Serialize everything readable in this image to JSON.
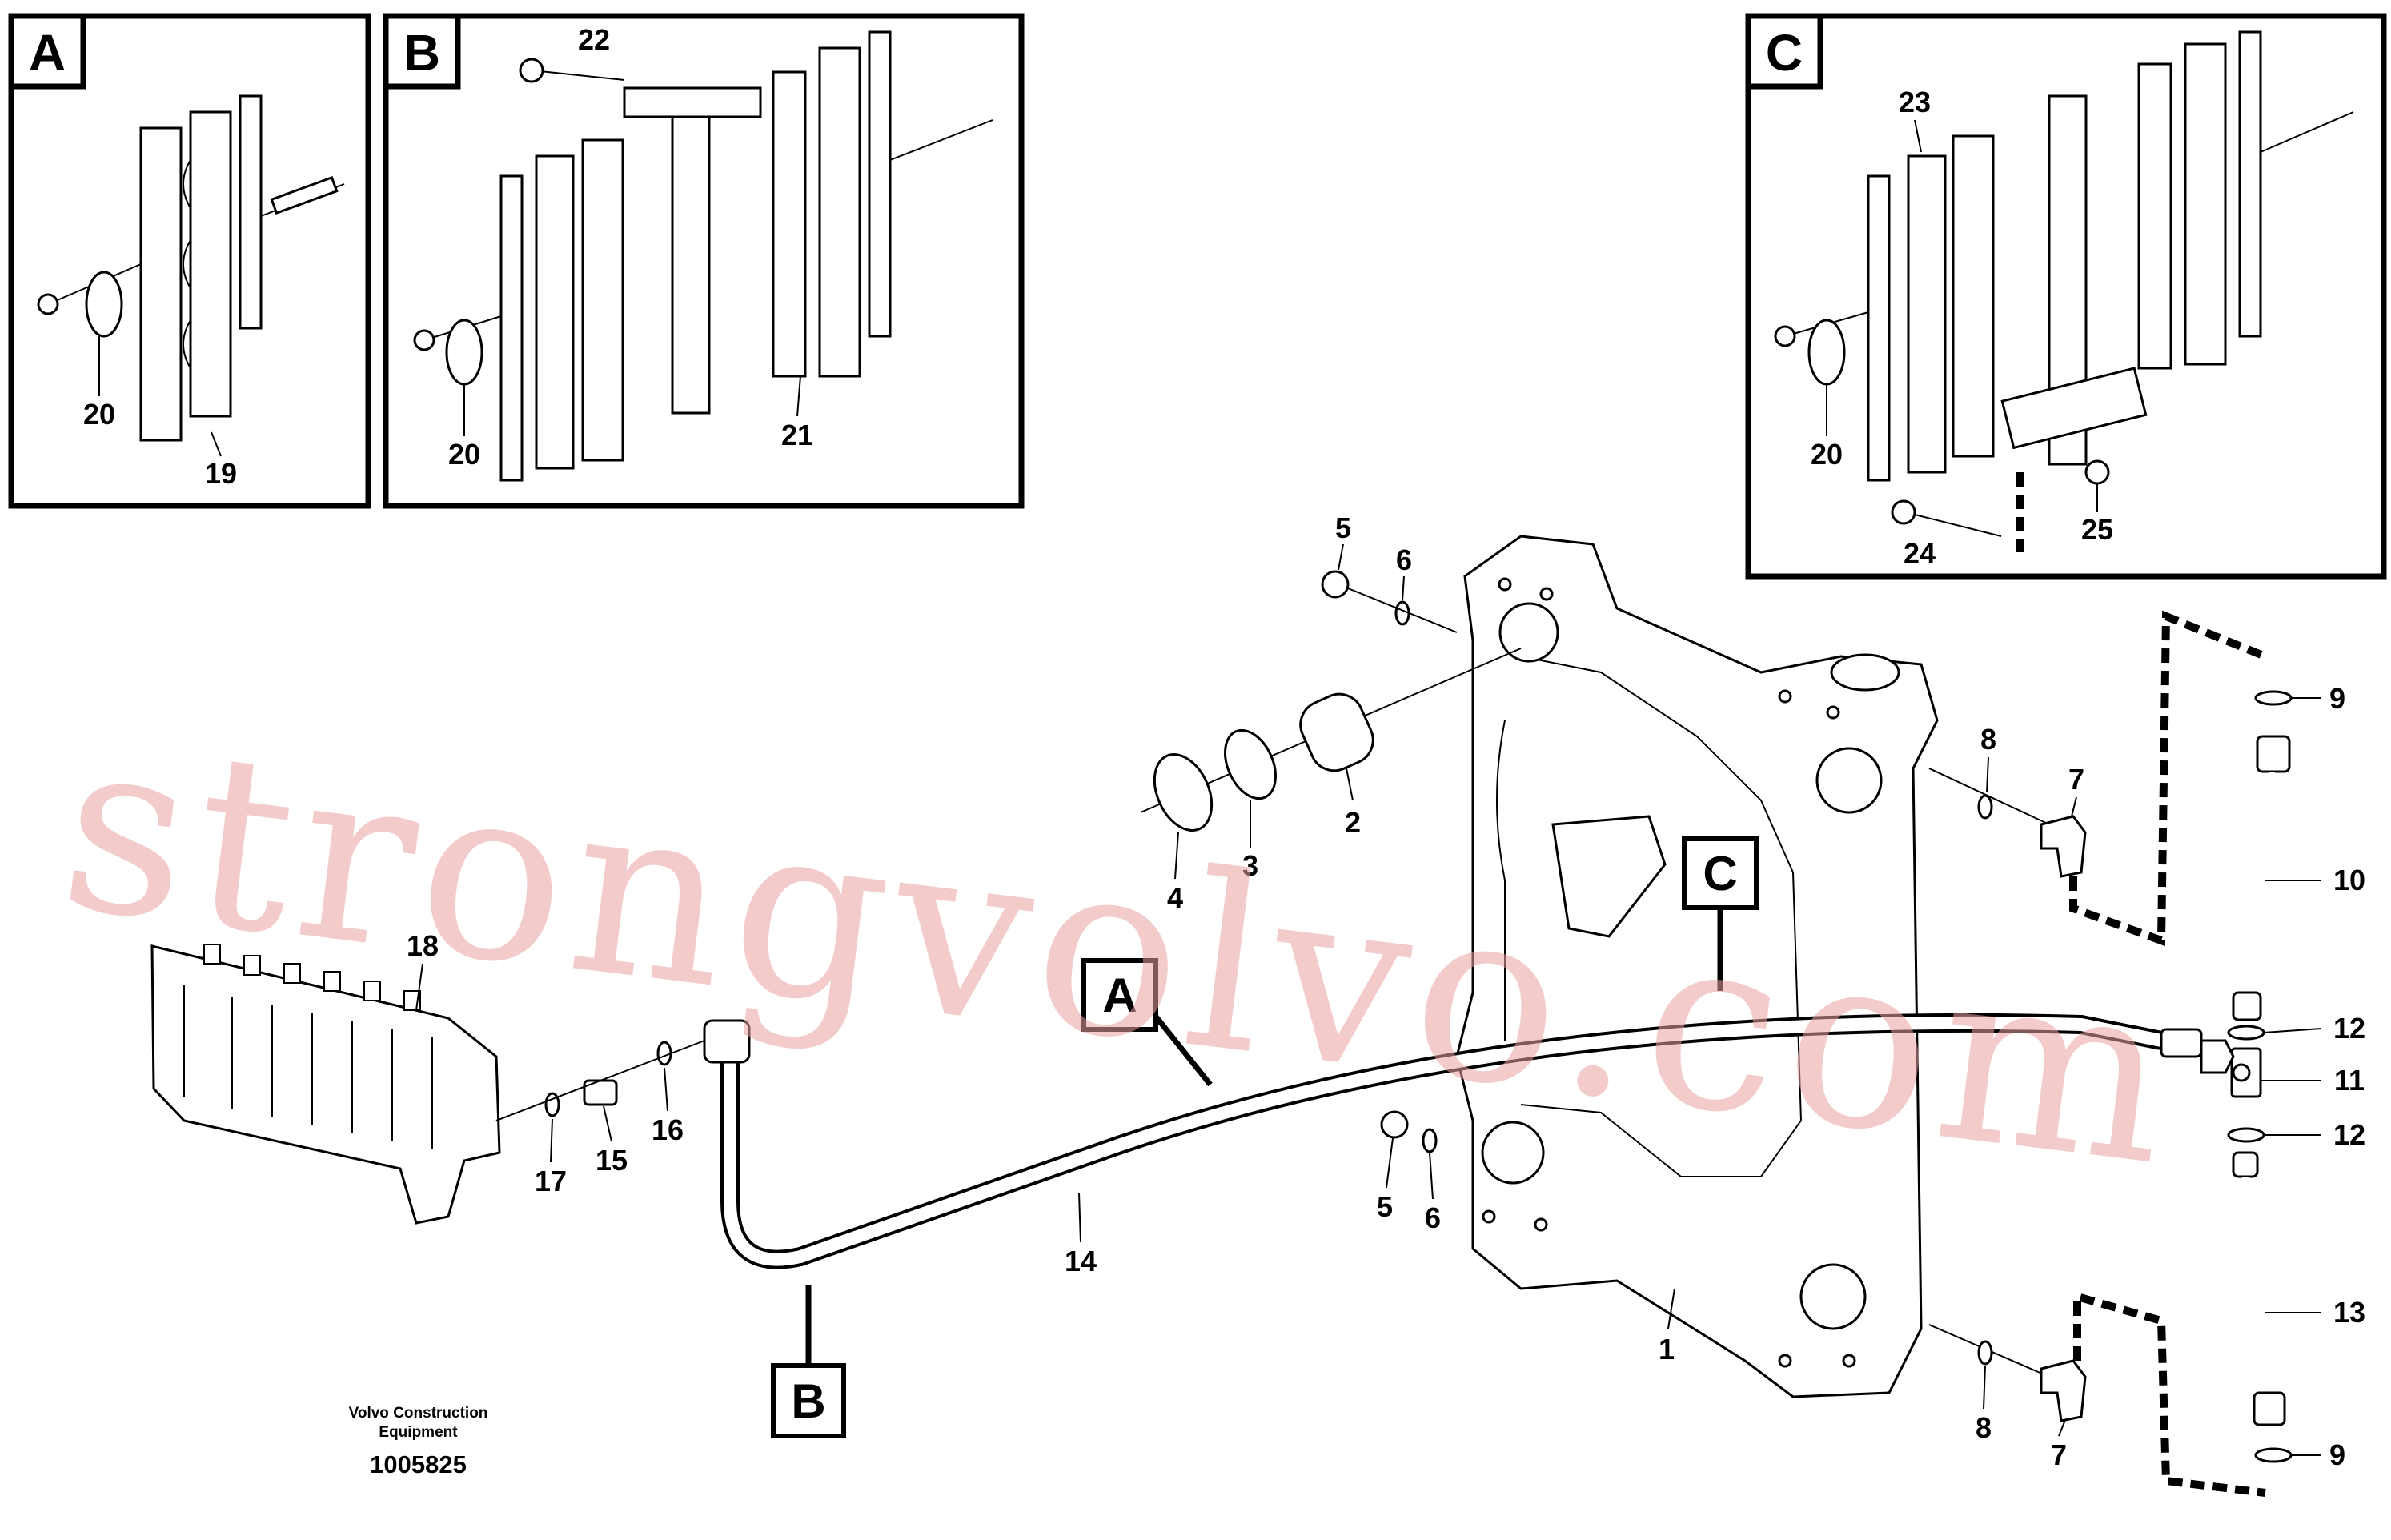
{
  "insets": [
    {
      "letter": "A",
      "labels": [
        "20",
        "19"
      ]
    },
    {
      "letter": "B",
      "labels": [
        "22",
        "20",
        "21"
      ]
    },
    {
      "letter": "C",
      "labels": [
        "23",
        "20",
        "24",
        "25"
      ]
    }
  ],
  "callouts": [
    "A",
    "B",
    "C"
  ],
  "part_labels": {
    "p1": "1",
    "p2": "2",
    "p3": "3",
    "p4": "4",
    "p5": "5",
    "p6": "6",
    "p7": "7",
    "p8": "8",
    "p9": "9",
    "p10": "10",
    "p11": "11",
    "p12": "12",
    "p13": "13",
    "p14": "14",
    "p15": "15",
    "p16": "16",
    "p17": "17",
    "p18": "18"
  },
  "watermark": "strongvolvo.com",
  "footer": {
    "company_line1": "Volvo Construction",
    "company_line2": "Equipment",
    "drawing_number": "1005825"
  }
}
